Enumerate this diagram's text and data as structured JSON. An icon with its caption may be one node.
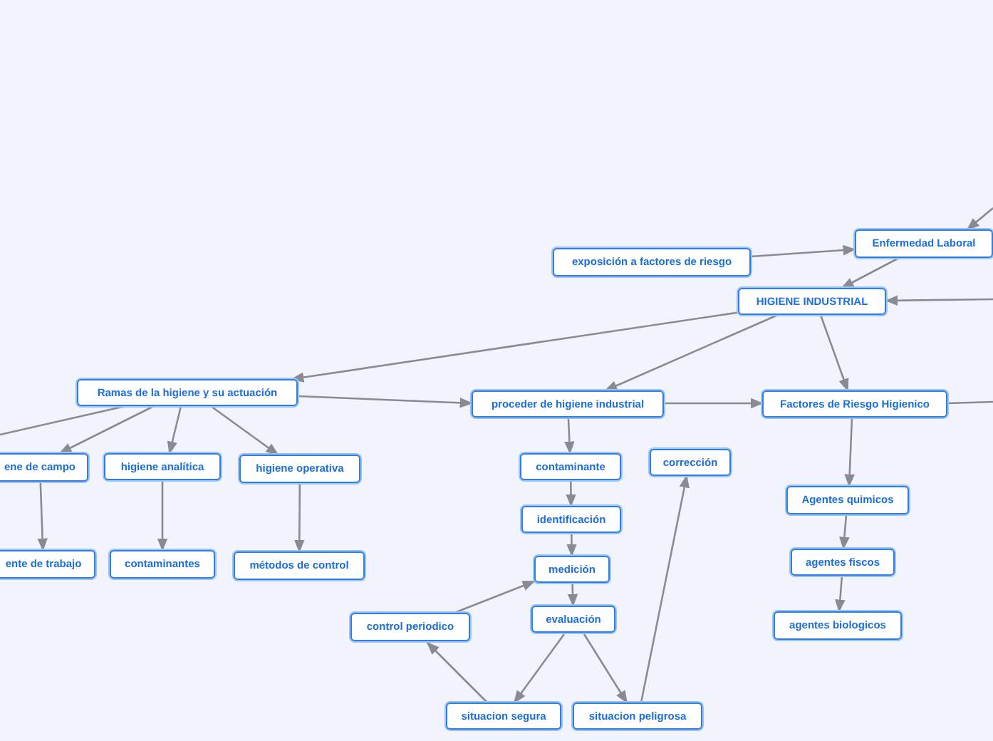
{
  "diagram": {
    "nodes": [
      {
        "text": [
          "Enfermedad Laboral"
        ]
      },
      {
        "text": [
          "exposición a factores de riesgo"
        ]
      },
      {
        "text": [
          "HIGIENE INDUSTRIAL"
        ]
      },
      {
        "text": [
          "Ramas de la higiene y su actuación"
        ]
      },
      {
        "text": [
          "proceder de higiene industrial"
        ]
      },
      {
        "text": [
          "Factores de Riesgo Higienico"
        ]
      },
      {
        "text": [
          "ene de campo"
        ]
      },
      {
        "text": [
          "higiene analítica"
        ]
      },
      {
        "text": [
          "higiene operativa"
        ]
      },
      {
        "text": [
          "contaminante"
        ]
      },
      {
        "text": [
          "corrección"
        ]
      },
      {
        "text": [
          "Agentes quimicos"
        ]
      },
      {
        "text": [
          "identificación"
        ]
      },
      {
        "text": [
          "agentes fiscos"
        ]
      },
      {
        "text": [
          "medición"
        ]
      },
      {
        "text": [
          "ente de trabajo"
        ]
      },
      {
        "text": [
          "contaminantes"
        ]
      },
      {
        "text": [
          "métodos de control"
        ]
      },
      {
        "text": [
          "evaluación"
        ]
      },
      {
        "text": [
          "control periodico"
        ]
      },
      {
        "text": [
          "agentes biologicos"
        ]
      },
      {
        "text": [
          "situacion segura"
        ]
      },
      {
        "text": [
          "situacion peligrosa"
        ]
      }
    ],
    "edges": [
      {
        "from": null,
        "to": 0,
        "arrow": "to"
      },
      {
        "from": 1,
        "to": 0,
        "arrow": "to"
      },
      {
        "from": 0,
        "to": 2,
        "arrow": "to"
      },
      {
        "from": null,
        "to": 2,
        "arrow": "to"
      },
      {
        "from": 2,
        "to": 3,
        "arrow": "to"
      },
      {
        "from": 2,
        "to": 4,
        "arrow": "to"
      },
      {
        "from": 2,
        "to": 5,
        "arrow": "to"
      },
      {
        "from": 3,
        "to": 4,
        "arrow": "to"
      },
      {
        "from": 4,
        "to": 5,
        "arrow": "to"
      },
      {
        "from": 5,
        "to": null,
        "arrow": "none"
      },
      {
        "from": 3,
        "to": null,
        "arrow": "none"
      },
      {
        "from": 3,
        "to": 6,
        "arrow": "to"
      },
      {
        "from": 3,
        "to": 7,
        "arrow": "to"
      },
      {
        "from": 3,
        "to": 8,
        "arrow": "to"
      },
      {
        "from": 6,
        "to": 15,
        "arrow": "to"
      },
      {
        "from": 7,
        "to": 16,
        "arrow": "to"
      },
      {
        "from": 8,
        "to": 17,
        "arrow": "to"
      },
      {
        "from": 4,
        "to": 9,
        "arrow": "to"
      },
      {
        "from": 9,
        "to": 12,
        "arrow": "to"
      },
      {
        "from": 12,
        "to": 14,
        "arrow": "to"
      },
      {
        "from": 14,
        "to": 18,
        "arrow": "to"
      },
      {
        "from": 18,
        "to": 21,
        "arrow": "to"
      },
      {
        "from": 18,
        "to": 22,
        "arrow": "to"
      },
      {
        "from": 21,
        "to": 19,
        "arrow": "to"
      },
      {
        "from": 19,
        "to": 14,
        "arrow": "to"
      },
      {
        "from": 22,
        "to": 10,
        "arrow": "to"
      },
      {
        "from": 5,
        "to": 11,
        "arrow": "to"
      },
      {
        "from": 11,
        "to": 13,
        "arrow": "to"
      },
      {
        "from": 13,
        "to": 20,
        "arrow": "to"
      }
    ]
  }
}
